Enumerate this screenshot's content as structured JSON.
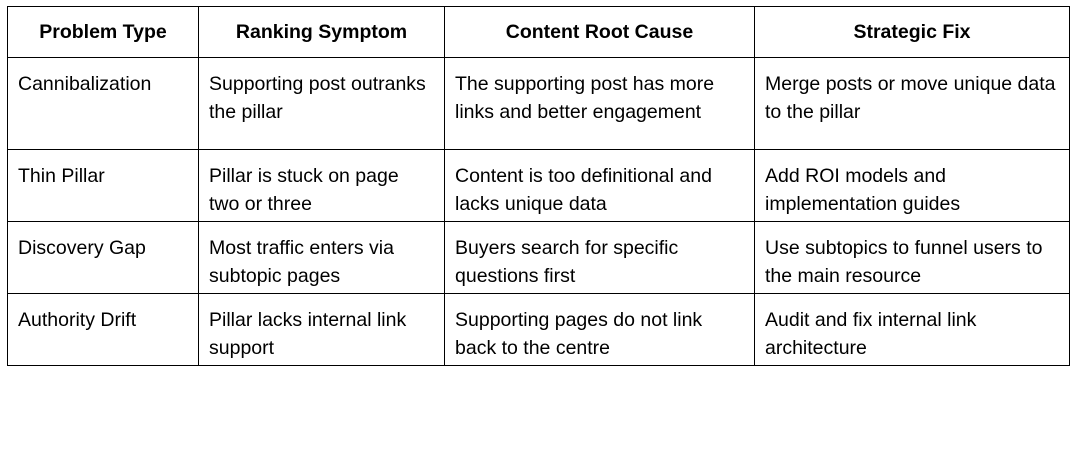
{
  "table": {
    "headers": [
      "Problem Type",
      "Ranking Symptom",
      "Content Root Cause",
      "Strategic Fix"
    ],
    "rows": [
      [
        "Cannibalization",
        "Supporting post outranks the pillar",
        "The supporting post has more links and better engagement",
        "Merge posts or move unique data to the pillar"
      ],
      [
        "Thin Pillar",
        "Pillar is stuck on page two or three",
        "Content is too definitional and lacks unique data",
        "Add ROI models and implementation guides"
      ],
      [
        "Discovery Gap",
        "Most traffic enters via subtopic pages",
        "Buyers search for specific questions first",
        "Use subtopics to funnel users to the main resource"
      ],
      [
        "Authority Drift",
        "Pillar lacks internal link support",
        "Supporting pages do not link back to the centre",
        "Audit and fix internal link architecture"
      ]
    ]
  }
}
